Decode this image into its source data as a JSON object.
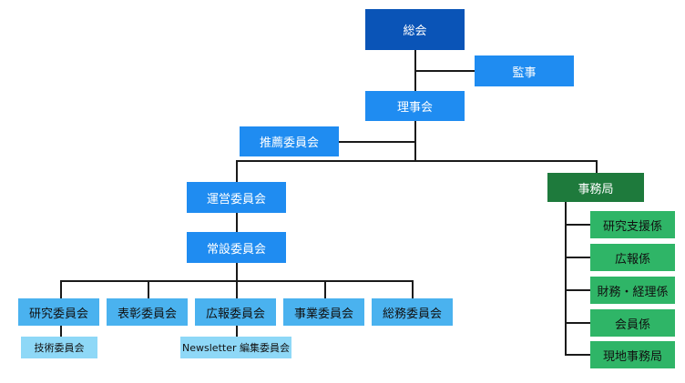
{
  "colors": {
    "dark_blue": "#0a54b7",
    "mid_blue": "#1f8cf1",
    "light_blue": "#4ab2ef",
    "pale_blue": "#8ed8f7",
    "dark_green": "#1e7a3c",
    "green": "#2fb567"
  },
  "nodes": {
    "general_assembly": "総会",
    "auditor": "監事",
    "board": "理事会",
    "nomination_committee": "推薦委員会",
    "steering_committee": "運営委員会",
    "standing_committee": "常設委員会",
    "research_committee": "研究委員会",
    "award_committee": "表彰委員会",
    "pr_committee": "広報委員会",
    "business_committee": "事業委員会",
    "general_affairs_committee": "総務委員会",
    "technical_committee": "技術委員会",
    "newsletter_committee": "Newsletter 編集委員会",
    "secretariat": "事務局",
    "research_support": "研究支援係",
    "pr_section": "広報係",
    "finance_section": "財務・経理係",
    "membership_section": "会員係",
    "local_office": "現地事務局"
  }
}
